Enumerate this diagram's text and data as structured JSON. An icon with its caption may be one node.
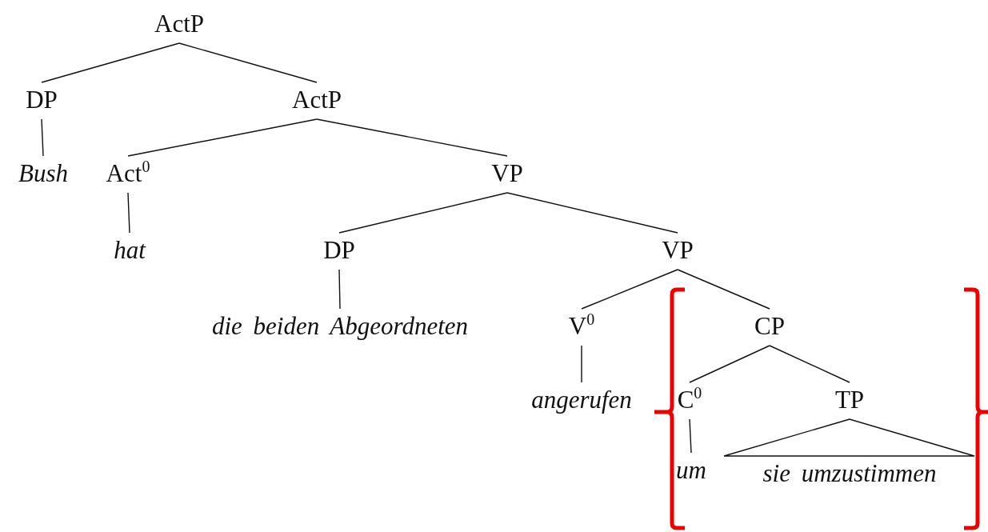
{
  "diagram": {
    "nodes": [
      {
        "text": [
          "ActP"
        ]
      },
      {
        "text": [
          "DP"
        ]
      },
      {
        "text": [
          "ActP"
        ]
      },
      {
        "text": [
          "Bush"
        ]
      },
      {
        "text": [
          "Act$^{0}$"
        ]
      },
      {
        "text": [
          "VP"
        ]
      },
      {
        "text": [
          "hat"
        ]
      },
      {
        "text": [
          "DP"
        ]
      },
      {
        "text": [
          "VP"
        ]
      },
      {
        "text": [
          "die beiden Abgeordneten"
        ]
      },
      {
        "text": [
          "V$^{0}$"
        ]
      },
      {
        "text": [
          "CP"
        ]
      },
      {
        "text": [
          "angerufen"
        ]
      },
      {
        "text": [
          "C$^{0}$"
        ]
      },
      {
        "text": [
          "TP"
        ]
      },
      {
        "text": [
          "um"
        ]
      },
      {
        "text": [
          "sie umzustimmen"
        ]
      }
    ],
    "edges": [
      {
        "from": 0,
        "to": 1,
        "arrow": "none"
      },
      {
        "from": 0,
        "to": 2,
        "arrow": "none"
      },
      {
        "from": 1,
        "to": 3,
        "arrow": "none"
      },
      {
        "from": 2,
        "to": 4,
        "arrow": "none"
      },
      {
        "from": 2,
        "to": 5,
        "arrow": "none"
      },
      {
        "from": 4,
        "to": 6,
        "arrow": "none"
      },
      {
        "from": 5,
        "to": 7,
        "arrow": "none"
      },
      {
        "from": 5,
        "to": 8,
        "arrow": "none"
      },
      {
        "from": 7,
        "to": 9,
        "arrow": "none"
      },
      {
        "from": 8,
        "to": 10,
        "arrow": "none"
      },
      {
        "from": 8,
        "to": 11,
        "arrow": "none"
      },
      {
        "from": 10,
        "to": 12,
        "arrow": "none"
      },
      {
        "from": 11,
        "to": 13,
        "arrow": "none"
      },
      {
        "from": 11,
        "to": 14,
        "arrow": "none"
      },
      {
        "from": 13,
        "to": 15,
        "arrow": "none"
      },
      {
        "from": 14,
        "to": 16,
        "arrow": "none"
      }
    ]
  }
}
